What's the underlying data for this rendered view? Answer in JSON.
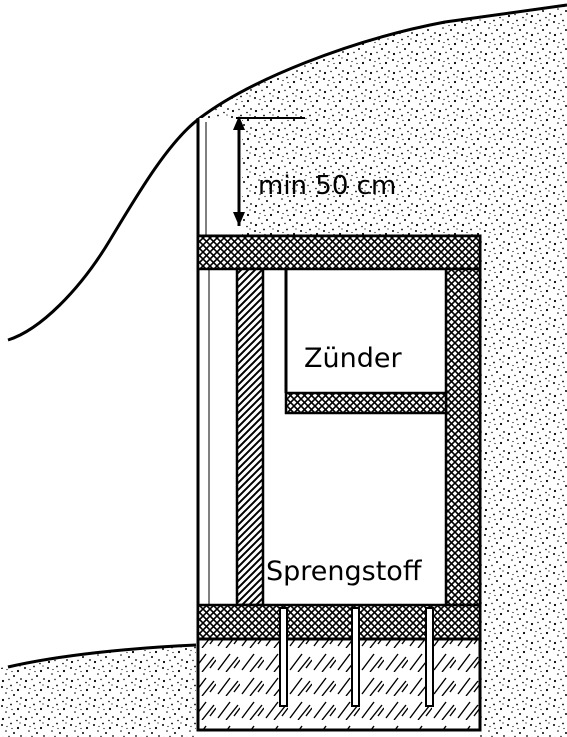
{
  "labels": {
    "depth": "min  50 cm",
    "igniter": "Zünder",
    "explosive": "Sprengstoff"
  },
  "colors": {
    "ink": "#000000",
    "paper": "#ffffff"
  }
}
